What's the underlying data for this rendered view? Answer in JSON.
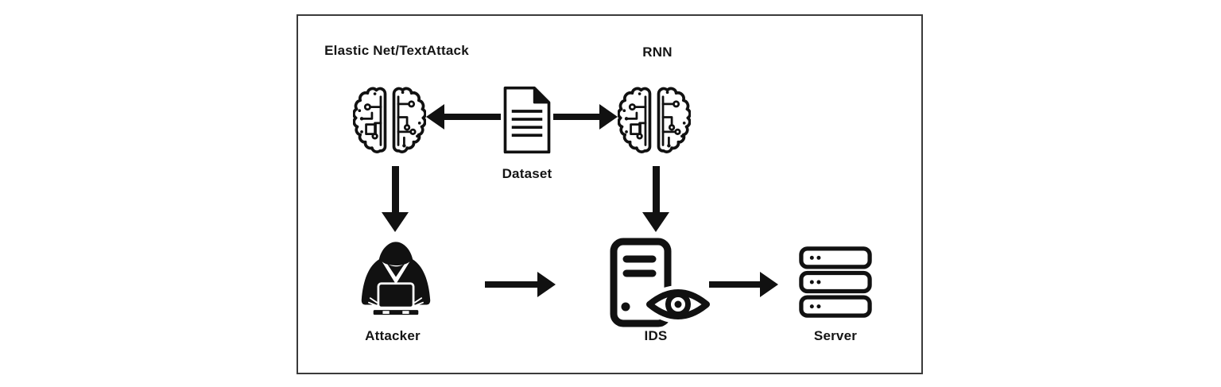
{
  "page": {
    "background": "#ffffff"
  },
  "diagram": {
    "type": "flow-diagram",
    "frame_border_color": "#3a3a3a",
    "ink_color": "#111111",
    "nodes": {
      "attack_model": {
        "label": "Elastic Net/TextAttack",
        "icon": "ai-brain-circuit-icon"
      },
      "rnn_model": {
        "label": "RNN",
        "icon": "ai-brain-circuit-icon"
      },
      "dataset": {
        "label": "Dataset",
        "icon": "document-icon"
      },
      "attacker": {
        "label": "Attacker",
        "icon": "hooded-hacker-laptop-icon"
      },
      "ids": {
        "label": "IDS",
        "icon": "computer-tower-eye-icon"
      },
      "server": {
        "label": "Server",
        "icon": "server-rack-icon"
      }
    },
    "edges": [
      {
        "from": "dataset",
        "to": "attack_model",
        "direction": "left",
        "style": "solid-arrow"
      },
      {
        "from": "dataset",
        "to": "rnn_model",
        "direction": "right",
        "style": "solid-arrow"
      },
      {
        "from": "attack_model",
        "to": "attacker",
        "direction": "down",
        "style": "solid-arrow"
      },
      {
        "from": "rnn_model",
        "to": "ids",
        "direction": "down",
        "style": "solid-arrow"
      },
      {
        "from": "attacker",
        "to": "ids",
        "direction": "right",
        "style": "solid-arrow"
      },
      {
        "from": "ids",
        "to": "server",
        "direction": "right",
        "style": "solid-arrow"
      }
    ]
  }
}
